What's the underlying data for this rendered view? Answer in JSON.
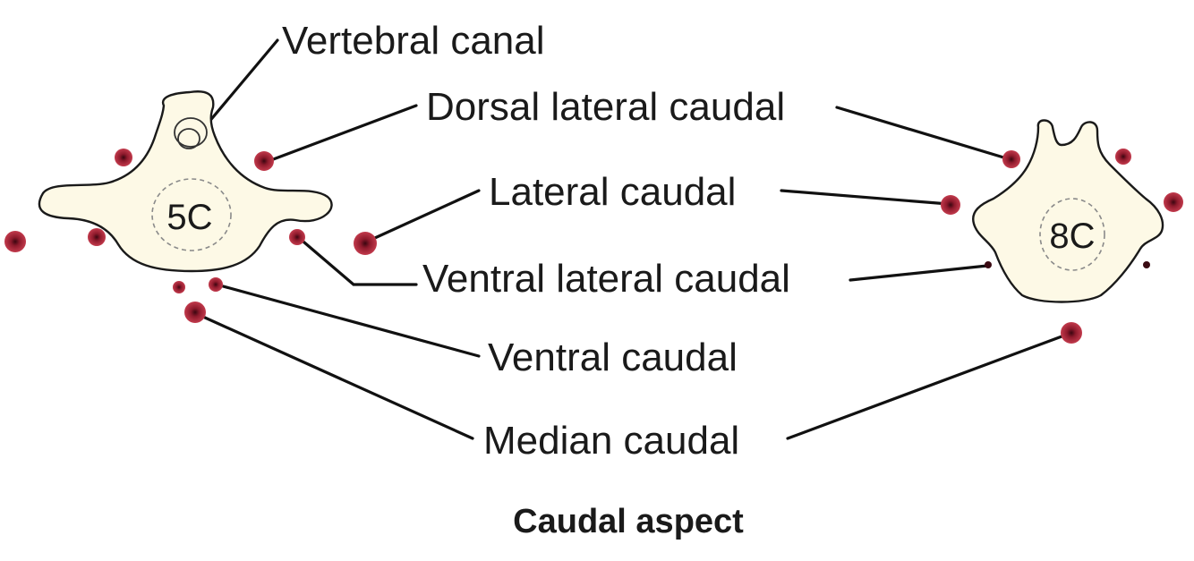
{
  "labels": {
    "vertebral_canal": "Vertebral canal",
    "dorsal_lateral_caudal": "Dorsal lateral caudal",
    "lateral_caudal": "Lateral caudal",
    "ventral_lateral_caudal": "Ventral lateral caudal",
    "ventral_caudal": "Ventral caudal",
    "median_caudal": "Median caudal"
  },
  "vertebrae": {
    "left": "5C",
    "right": "8C"
  },
  "caption": "Caudal aspect",
  "colors": {
    "vessel": "#b0283a",
    "vessel_dark": "#5a0d18",
    "bone_fill": "#fdf9e6",
    "line": "#111111"
  }
}
